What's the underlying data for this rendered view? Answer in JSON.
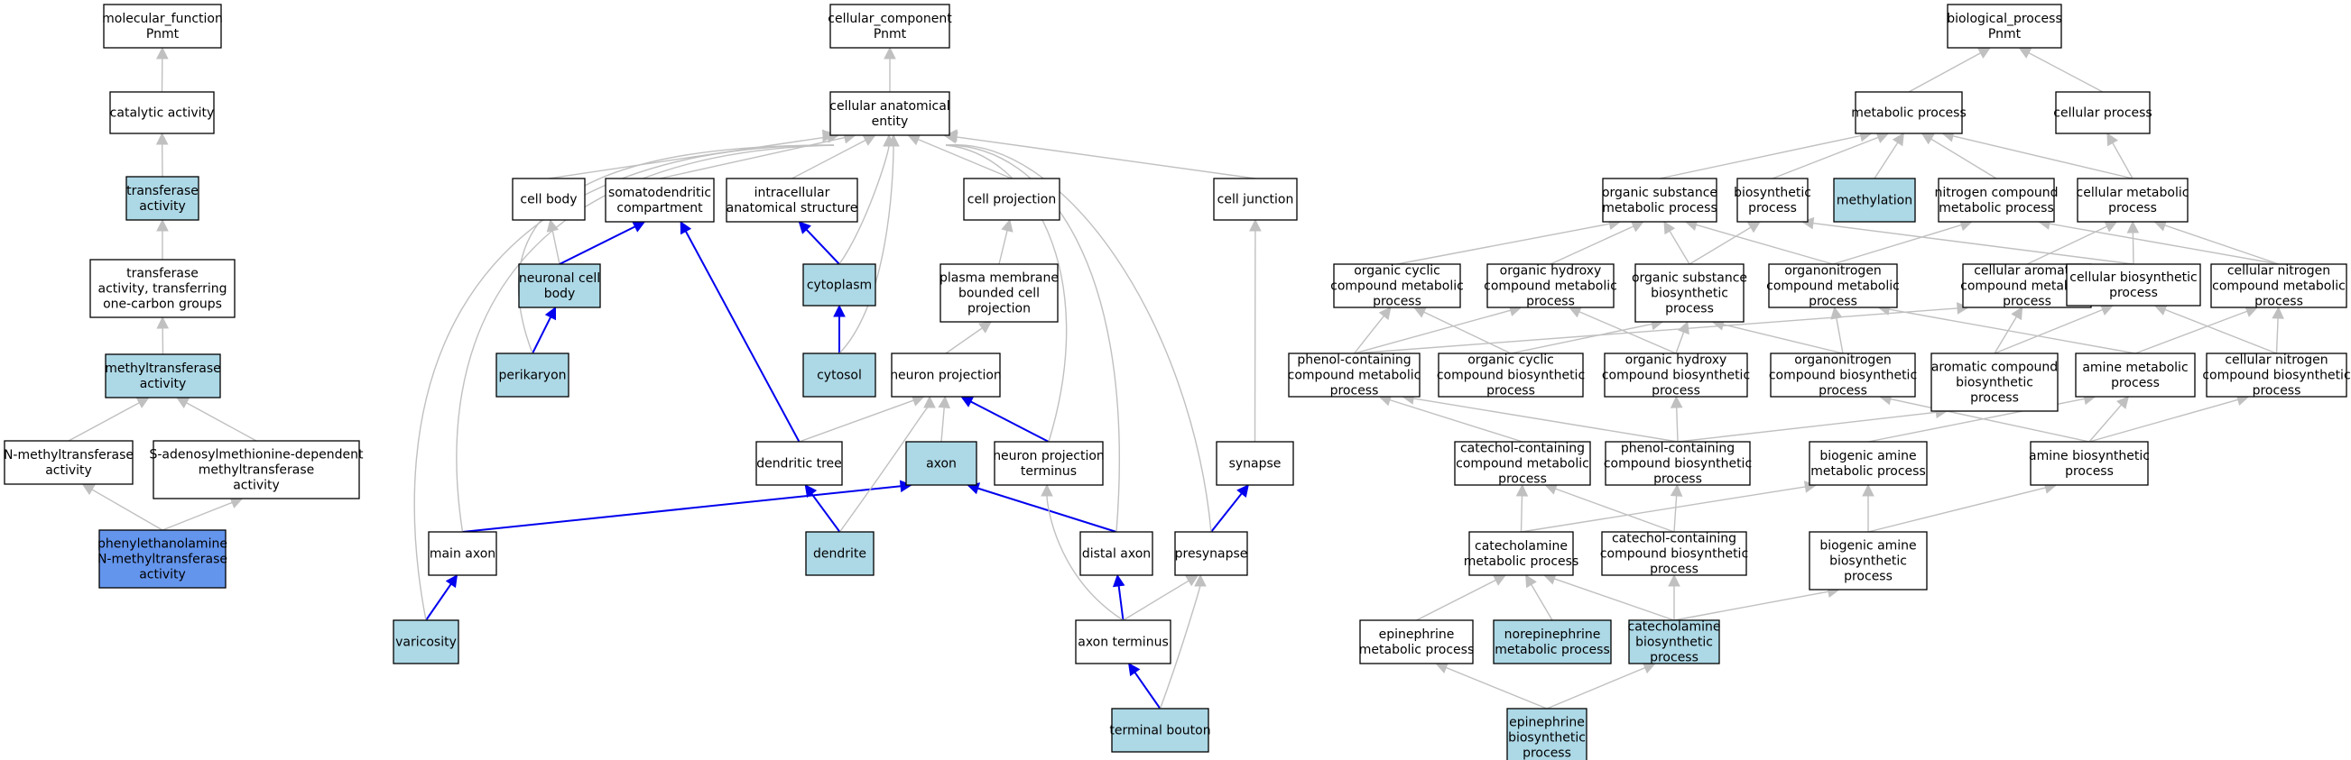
{
  "colors": {
    "plain": "#ffffff",
    "light": "#add8e6",
    "dark": "#6495ed",
    "edge_grey": "#c0c0c0",
    "edge_blue": "#0000ee"
  },
  "nodes": {
    "mf_root": {
      "lines": [
        "molecular_function",
        "Pnmt"
      ],
      "fill": "plain"
    },
    "catalytic": {
      "lines": [
        "catalytic activity"
      ],
      "fill": "plain"
    },
    "transferase": {
      "lines": [
        "transferase",
        "activity"
      ],
      "fill": "light"
    },
    "tr_onecarbon": {
      "lines": [
        "transferase",
        "activity, transferring",
        "one-carbon groups"
      ],
      "fill": "plain"
    },
    "methyltransferase": {
      "lines": [
        "methyltransferase",
        "activity"
      ],
      "fill": "light"
    },
    "nmethyl": {
      "lines": [
        "N-methyltransferase",
        "activity"
      ],
      "fill": "plain"
    },
    "sam": {
      "lines": [
        "S-adenosylmethionine-dependent",
        "methyltransferase",
        "activity"
      ],
      "fill": "plain"
    },
    "pnmt": {
      "lines": [
        "phenylethanolamine",
        "N-methyltransferase",
        "activity"
      ],
      "fill": "dark"
    },
    "cc_root": {
      "lines": [
        "cellular_component",
        "Pnmt"
      ],
      "fill": "plain"
    },
    "cae": {
      "lines": [
        "cellular anatomical",
        "entity"
      ],
      "fill": "plain"
    },
    "cell_body": {
      "lines": [
        "cell body"
      ],
      "fill": "plain"
    },
    "somato": {
      "lines": [
        "somatodendritic",
        "compartment"
      ],
      "fill": "plain"
    },
    "intracell": {
      "lines": [
        "intracellular",
        "anatomical structure"
      ],
      "fill": "plain"
    },
    "cell_proj": {
      "lines": [
        "cell projection"
      ],
      "fill": "plain"
    },
    "cell_junction": {
      "lines": [
        "cell junction"
      ],
      "fill": "plain"
    },
    "neuronal_cb": {
      "lines": [
        "neuronal cell",
        "body"
      ],
      "fill": "light"
    },
    "cytoplasm": {
      "lines": [
        "cytoplasm"
      ],
      "fill": "light"
    },
    "pm_bounded": {
      "lines": [
        "plasma membrane",
        "bounded cell",
        "projection"
      ],
      "fill": "plain"
    },
    "perikaryon": {
      "lines": [
        "perikaryon"
      ],
      "fill": "light"
    },
    "cytosol": {
      "lines": [
        "cytosol"
      ],
      "fill": "light"
    },
    "neuron_proj": {
      "lines": [
        "neuron projection"
      ],
      "fill": "plain"
    },
    "dendritic_tree": {
      "lines": [
        "dendritic tree"
      ],
      "fill": "plain"
    },
    "axon": {
      "lines": [
        "axon"
      ],
      "fill": "light"
    },
    "np_terminus": {
      "lines": [
        "neuron projection",
        "terminus"
      ],
      "fill": "plain"
    },
    "synapse": {
      "lines": [
        "synapse"
      ],
      "fill": "plain"
    },
    "main_axon": {
      "lines": [
        "main axon"
      ],
      "fill": "plain"
    },
    "dendrite": {
      "lines": [
        "dendrite"
      ],
      "fill": "light"
    },
    "distal_axon": {
      "lines": [
        "distal axon"
      ],
      "fill": "plain"
    },
    "presynapse": {
      "lines": [
        "presynapse"
      ],
      "fill": "plain"
    },
    "varicosity": {
      "lines": [
        "varicosity"
      ],
      "fill": "light"
    },
    "axon_terminus": {
      "lines": [
        "axon terminus"
      ],
      "fill": "plain"
    },
    "terminal_bouton": {
      "lines": [
        "terminal bouton"
      ],
      "fill": "light"
    },
    "bp_root": {
      "lines": [
        "biological_process",
        "Pnmt"
      ],
      "fill": "plain"
    },
    "metabolic": {
      "lines": [
        "metabolic process"
      ],
      "fill": "plain"
    },
    "cellular_proc": {
      "lines": [
        "cellular process"
      ],
      "fill": "plain"
    },
    "org_subst_met": {
      "lines": [
        "organic substance",
        "metabolic process"
      ],
      "fill": "plain"
    },
    "biosynthetic": {
      "lines": [
        "biosynthetic",
        "process"
      ],
      "fill": "plain"
    },
    "methylation": {
      "lines": [
        "methylation"
      ],
      "fill": "light"
    },
    "nitrogen_met": {
      "lines": [
        "nitrogen compound",
        "metabolic process"
      ],
      "fill": "plain"
    },
    "cellular_met": {
      "lines": [
        "cellular metabolic",
        "process"
      ],
      "fill": "plain"
    },
    "org_cyclic_met": {
      "lines": [
        "organic cyclic",
        "compound metabolic",
        "process"
      ],
      "fill": "plain"
    },
    "org_hydroxy_met": {
      "lines": [
        "organic hydroxy",
        "compound metabolic",
        "process"
      ],
      "fill": "plain"
    },
    "org_subst_bio": {
      "lines": [
        "organic substance",
        "biosynthetic",
        "process"
      ],
      "fill": "plain"
    },
    "organonitro_met": {
      "lines": [
        "organonitrogen",
        "compound metabolic",
        "process"
      ],
      "fill": "plain"
    },
    "cell_arom_met": {
      "lines": [
        "cellular aromatic",
        "compound metabolic",
        "process"
      ],
      "fill": "plain"
    },
    "cell_bio": {
      "lines": [
        "cellular biosynthetic",
        "process"
      ],
      "fill": "plain"
    },
    "cell_nitro_met": {
      "lines": [
        "cellular nitrogen",
        "compound metabolic",
        "process"
      ],
      "fill": "plain"
    },
    "phenol_met": {
      "lines": [
        "phenol-containing",
        "compound metabolic",
        "process"
      ],
      "fill": "plain"
    },
    "org_cyclic_bio": {
      "lines": [
        "organic cyclic",
        "compound biosynthetic",
        "process"
      ],
      "fill": "plain"
    },
    "org_hydroxy_bio": {
      "lines": [
        "organic hydroxy",
        "compound biosynthetic",
        "process"
      ],
      "fill": "plain"
    },
    "organonitro_bio": {
      "lines": [
        "organonitrogen",
        "compound biosynthetic",
        "process"
      ],
      "fill": "plain"
    },
    "arom_bio": {
      "lines": [
        "aromatic compound",
        "biosynthetic",
        "process"
      ],
      "fill": "plain"
    },
    "amine_met": {
      "lines": [
        "amine metabolic",
        "process"
      ],
      "fill": "plain"
    },
    "cell_nitro_bio": {
      "lines": [
        "cellular nitrogen",
        "compound biosynthetic",
        "process"
      ],
      "fill": "plain"
    },
    "catechol_met": {
      "lines": [
        "catechol-containing",
        "compound metabolic",
        "process"
      ],
      "fill": "plain"
    },
    "phenol_bio": {
      "lines": [
        "phenol-containing",
        "compound biosynthetic",
        "process"
      ],
      "fill": "plain"
    },
    "biogenic_met": {
      "lines": [
        "biogenic amine",
        "metabolic process"
      ],
      "fill": "plain"
    },
    "amine_bio": {
      "lines": [
        "amine biosynthetic",
        "process"
      ],
      "fill": "plain"
    },
    "catecholamine_met": {
      "lines": [
        "catecholamine",
        "metabolic process"
      ],
      "fill": "plain"
    },
    "catechol_bio": {
      "lines": [
        "catechol-containing",
        "compound biosynthetic",
        "process"
      ],
      "fill": "plain"
    },
    "biogenic_bio": {
      "lines": [
        "biogenic amine",
        "biosynthetic",
        "process"
      ],
      "fill": "plain"
    },
    "epi_met": {
      "lines": [
        "epinephrine",
        "metabolic process"
      ],
      "fill": "plain"
    },
    "norepi_met": {
      "lines": [
        "norepinephrine",
        "metabolic process"
      ],
      "fill": "light"
    },
    "catecholamine_bio": {
      "lines": [
        "catecholamine",
        "biosynthetic",
        "process"
      ],
      "fill": "light"
    },
    "epi_bio": {
      "lines": [
        "epinephrine",
        "biosynthetic",
        "process"
      ],
      "fill": "light"
    }
  },
  "edges": [
    [
      "catalytic",
      "mf_root",
      "grey"
    ],
    [
      "transferase",
      "catalytic",
      "grey"
    ],
    [
      "tr_onecarbon",
      "transferase",
      "grey"
    ],
    [
      "methyltransferase",
      "tr_onecarbon",
      "grey"
    ],
    [
      "nmethyl",
      "methyltransferase",
      "grey"
    ],
    [
      "sam",
      "methyltransferase",
      "grey"
    ],
    [
      "pnmt",
      "nmethyl",
      "grey"
    ],
    [
      "pnmt",
      "sam",
      "grey"
    ],
    [
      "cae",
      "cc_root",
      "grey"
    ],
    [
      "cell_body",
      "cae",
      "grey"
    ],
    [
      "somato",
      "cae",
      "grey"
    ],
    [
      "intracell",
      "cae",
      "grey"
    ],
    [
      "cell_proj",
      "cae",
      "grey"
    ],
    [
      "cell_junction",
      "cae",
      "grey"
    ],
    [
      "neuronal_cb",
      "cell_body",
      "grey"
    ],
    [
      "neuronal_cb",
      "somato",
      "blue"
    ],
    [
      "cytoplasm",
      "intracell",
      "blue"
    ],
    [
      "cytoplasm",
      "cae",
      "grey"
    ],
    [
      "pm_bounded",
      "cell_proj",
      "grey"
    ],
    [
      "perikaryon",
      "neuronal_cb",
      "blue"
    ],
    [
      "perikaryon",
      "cae",
      "grey"
    ],
    [
      "cytosol",
      "cytoplasm",
      "blue"
    ],
    [
      "cytosol",
      "cae",
      "grey"
    ],
    [
      "neuron_proj",
      "pm_bounded",
      "grey"
    ],
    [
      "dendritic_tree",
      "somato",
      "blue"
    ],
    [
      "dendritic_tree",
      "neuron_proj",
      "grey"
    ],
    [
      "axon",
      "neuron_proj",
      "grey"
    ],
    [
      "np_terminus",
      "neuron_proj",
      "blue"
    ],
    [
      "np_terminus",
      "cae",
      "grey"
    ],
    [
      "synapse",
      "cell_junction",
      "grey"
    ],
    [
      "main_axon",
      "axon",
      "blue"
    ],
    [
      "main_axon",
      "cae",
      "grey"
    ],
    [
      "dendrite",
      "dendritic_tree",
      "blue"
    ],
    [
      "dendrite",
      "neuron_proj",
      "grey"
    ],
    [
      "distal_axon",
      "axon",
      "blue"
    ],
    [
      "distal_axon",
      "cae",
      "grey"
    ],
    [
      "presynapse",
      "synapse",
      "blue"
    ],
    [
      "presynapse",
      "cae",
      "grey"
    ],
    [
      "varicosity",
      "main_axon",
      "blue"
    ],
    [
      "varicosity",
      "cae",
      "grey"
    ],
    [
      "axon_terminus",
      "distal_axon",
      "blue"
    ],
    [
      "axon_terminus",
      "np_terminus",
      "grey"
    ],
    [
      "axon_terminus",
      "presynapse",
      "grey"
    ],
    [
      "terminal_bouton",
      "axon_terminus",
      "blue"
    ],
    [
      "terminal_bouton",
      "presynapse",
      "grey"
    ],
    [
      "metabolic",
      "bp_root",
      "grey"
    ],
    [
      "cellular_proc",
      "bp_root",
      "grey"
    ],
    [
      "org_subst_met",
      "metabolic",
      "grey"
    ],
    [
      "biosynthetic",
      "metabolic",
      "grey"
    ],
    [
      "methylation",
      "metabolic",
      "grey"
    ],
    [
      "nitrogen_met",
      "metabolic",
      "grey"
    ],
    [
      "cellular_met",
      "metabolic",
      "grey"
    ],
    [
      "cellular_met",
      "cellular_proc",
      "grey"
    ],
    [
      "org_cyclic_met",
      "org_subst_met",
      "grey"
    ],
    [
      "org_hydroxy_met",
      "org_subst_met",
      "grey"
    ],
    [
      "org_subst_bio",
      "org_subst_met",
      "grey"
    ],
    [
      "org_subst_bio",
      "biosynthetic",
      "grey"
    ],
    [
      "organonitro_met",
      "org_subst_met",
      "grey"
    ],
    [
      "organonitro_met",
      "nitrogen_met",
      "grey"
    ],
    [
      "cell_arom_met",
      "cellular_met",
      "grey"
    ],
    [
      "cell_bio",
      "cellular_met",
      "grey"
    ],
    [
      "cell_bio",
      "biosynthetic",
      "grey"
    ],
    [
      "cell_nitro_met",
      "cellular_met",
      "grey"
    ],
    [
      "cell_nitro_met",
      "nitrogen_met",
      "grey"
    ],
    [
      "phenol_met",
      "org_cyclic_met",
      "grey"
    ],
    [
      "phenol_met",
      "org_hydroxy_met",
      "grey"
    ],
    [
      "phenol_met",
      "cell_arom_met",
      "grey"
    ],
    [
      "org_cyclic_bio",
      "org_cyclic_met",
      "grey"
    ],
    [
      "org_cyclic_bio",
      "org_subst_bio",
      "grey"
    ],
    [
      "org_hydroxy_bio",
      "org_hydroxy_met",
      "grey"
    ],
    [
      "org_hydroxy_bio",
      "org_subst_bio",
      "grey"
    ],
    [
      "organonitro_bio",
      "organonitro_met",
      "grey"
    ],
    [
      "organonitro_bio",
      "org_subst_bio",
      "grey"
    ],
    [
      "arom_bio",
      "cell_arom_met",
      "grey"
    ],
    [
      "arom_bio",
      "cell_bio",
      "grey"
    ],
    [
      "amine_met",
      "cell_nitro_met",
      "grey"
    ],
    [
      "amine_met",
      "organonitro_met",
      "grey"
    ],
    [
      "cell_nitro_bio",
      "cell_nitro_met",
      "grey"
    ],
    [
      "cell_nitro_bio",
      "cell_bio",
      "grey"
    ],
    [
      "catechol_met",
      "phenol_met",
      "grey"
    ],
    [
      "phenol_bio",
      "phenol_met",
      "grey"
    ],
    [
      "phenol_bio",
      "org_hydroxy_bio",
      "grey"
    ],
    [
      "phenol_bio",
      "arom_bio",
      "grey"
    ],
    [
      "biogenic_met",
      "amine_met",
      "grey"
    ],
    [
      "amine_bio",
      "amine_met",
      "grey"
    ],
    [
      "amine_bio",
      "organonitro_bio",
      "grey"
    ],
    [
      "amine_bio",
      "cell_nitro_bio",
      "grey"
    ],
    [
      "catecholamine_met",
      "catechol_met",
      "grey"
    ],
    [
      "catecholamine_met",
      "biogenic_met",
      "grey"
    ],
    [
      "catechol_bio",
      "catechol_met",
      "grey"
    ],
    [
      "catechol_bio",
      "phenol_bio",
      "grey"
    ],
    [
      "biogenic_bio",
      "biogenic_met",
      "grey"
    ],
    [
      "biogenic_bio",
      "amine_bio",
      "grey"
    ],
    [
      "epi_met",
      "catecholamine_met",
      "grey"
    ],
    [
      "norepi_met",
      "catecholamine_met",
      "grey"
    ],
    [
      "catecholamine_bio",
      "catecholamine_met",
      "grey"
    ],
    [
      "catecholamine_bio",
      "catechol_bio",
      "grey"
    ],
    [
      "catecholamine_bio",
      "biogenic_bio",
      "grey"
    ],
    [
      "epi_bio",
      "epi_met",
      "grey"
    ],
    [
      "epi_bio",
      "catecholamine_bio",
      "grey"
    ]
  ]
}
